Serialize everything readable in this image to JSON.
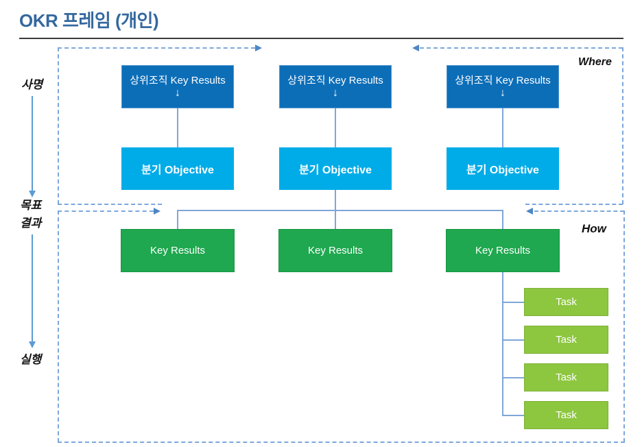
{
  "title": {
    "text": "OKR 프레임 (개인)"
  },
  "colors": {
    "title_text": "#35689F",
    "parent_kr_box": "#0D6EB8",
    "objective_box": "#00ACE8",
    "key_results_box": "#1FA84F",
    "task_box": "#8DC63F",
    "dashed_frame": "#7BA7DB",
    "connector": "#7EA6D8"
  },
  "rail": {
    "mission": "사명",
    "goal": "목표",
    "result": "결과",
    "execution": "실행"
  },
  "regions": {
    "where": "Where",
    "how": "How"
  },
  "columns": [
    {
      "parent_kr": "상위조직 Key Results",
      "down_arrow": "↓",
      "objective": "분기 Objective",
      "key_results": "Key Results"
    },
    {
      "parent_kr": "상위조직 Key Results",
      "down_arrow": "↓",
      "objective": "분기 Objective",
      "key_results": "Key Results"
    },
    {
      "parent_kr": "상위조직 Key Results",
      "down_arrow": "↓",
      "objective": "분기 Objective",
      "key_results": "Key Results"
    }
  ],
  "tasks": [
    "Task",
    "Task",
    "Task",
    "Task"
  ]
}
